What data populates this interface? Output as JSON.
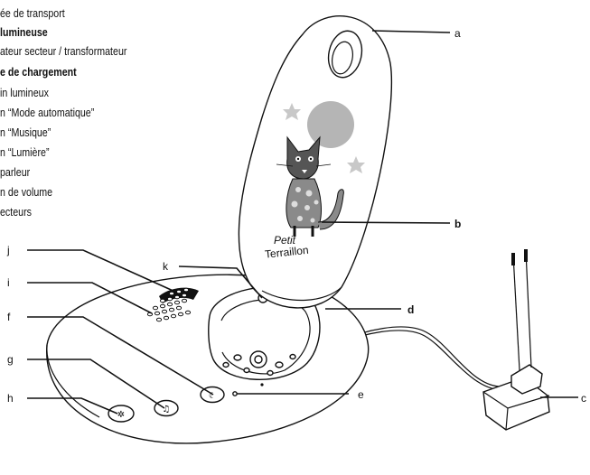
{
  "legend": [
    {
      "text": "ée de transport",
      "bold": false
    },
    {
      "text": " lumineuse",
      "bold": true
    },
    {
      "text": "ateur secteur / transformateur",
      "bold": false
    },
    {
      "text": "e de chargement",
      "bold": true
    },
    {
      "text": "in lumineux",
      "bold": false
    },
    {
      "text": "n “Mode automatique”",
      "bold": false
    },
    {
      "text": "n “Musique”",
      "bold": false
    },
    {
      "text": "n “Lumière”",
      "bold": false
    },
    {
      "text": "parleur",
      "bold": false
    },
    {
      "text": "n de volume",
      "bold": false
    },
    {
      "text": "ecteurs",
      "bold": false
    }
  ],
  "brand": {
    "line1": "Petit",
    "line2": "Terraillon"
  },
  "callouts": {
    "a": "a",
    "b": "b",
    "c": "c",
    "d": "d",
    "e": "e",
    "f": "f",
    "g": "g",
    "h": "h",
    "i": "i",
    "j": "j",
    "k": "k"
  },
  "colors": {
    "line": "#111111",
    "grey": "#b5b5b5",
    "star": "#c8c8c8"
  },
  "icons": {
    "auto_button": "auto-mode-icon",
    "music_button": "music-note-icon",
    "light_button": "light-icon"
  }
}
